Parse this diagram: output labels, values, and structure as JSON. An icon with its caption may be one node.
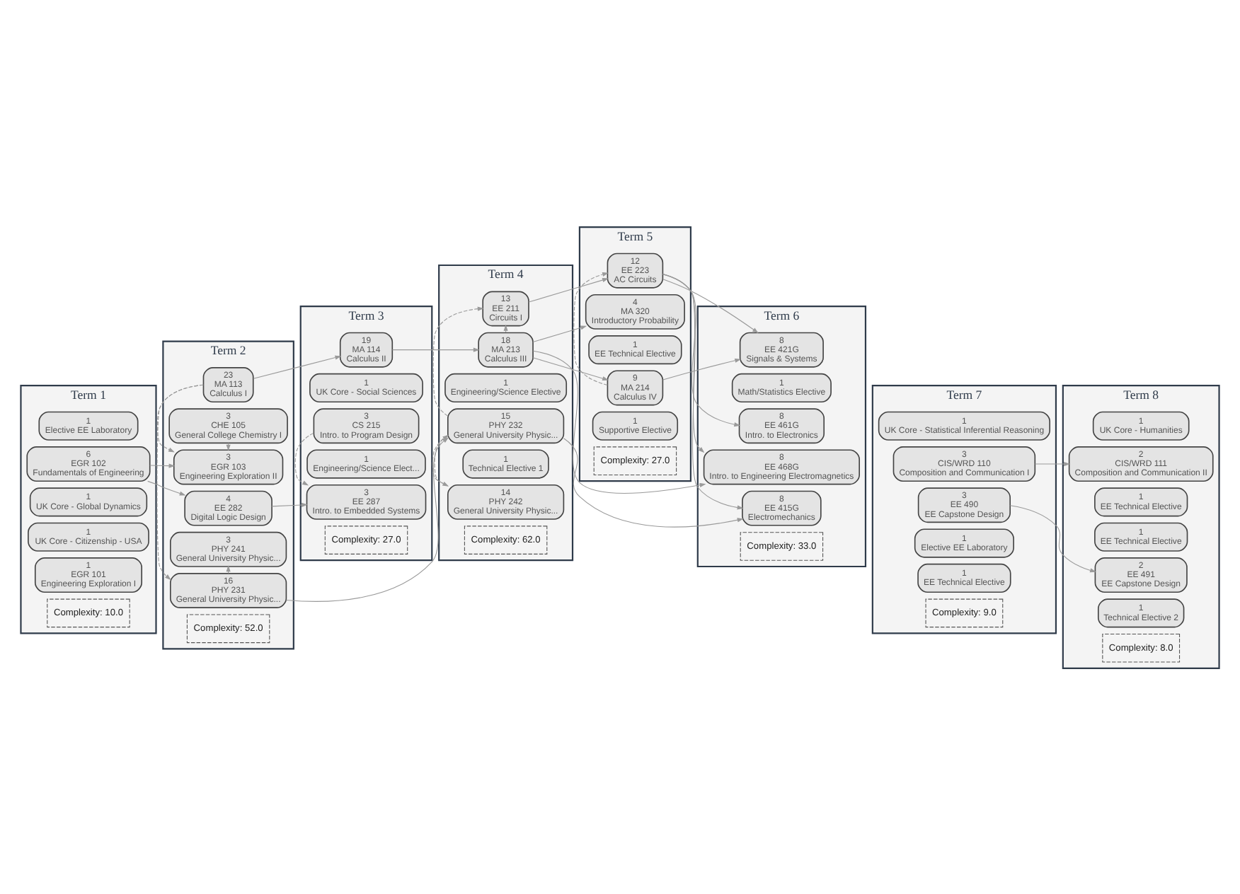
{
  "diagram": {
    "nodes": [
      {
        "text": [
          "Term 1"
        ]
      },
      {
        "text": [
          "1",
          "Elective EE Laboratory"
        ],
        "in": 0
      },
      {
        "text": [
          "6",
          "EGR 102",
          "Fundamentals of Engineering"
        ],
        "in": 0
      },
      {
        "text": [
          "1",
          "UK Core - Global Dynamics"
        ],
        "in": 0
      },
      {
        "text": [
          "1",
          "UK Core - Citizenship - USA"
        ],
        "in": 0
      },
      {
        "text": [
          "1",
          "EGR 101",
          "Engineering Exploration I"
        ],
        "in": 0
      },
      {
        "text": [
          "Complexity: 10.0"
        ],
        "in": 0
      },
      {
        "text": [
          "Term 2"
        ]
      },
      {
        "text": [
          "3",
          "CHE 105",
          "General College Chemistry I"
        ],
        "in": 7
      },
      {
        "text": [
          "3",
          "PHY 241",
          "General University Physic..."
        ],
        "in": 7
      },
      {
        "text": [
          "3",
          "EGR 103",
          "Engineering Exploration II"
        ],
        "in": 7
      },
      {
        "text": [
          "4",
          "EE 282",
          "Digital Logic Design"
        ],
        "in": 7
      },
      {
        "text": [
          "16",
          "PHY 231",
          "General University Physic..."
        ],
        "in": 7
      },
      {
        "text": [
          "23",
          "MA 113",
          "Calculus I"
        ],
        "in": 7
      },
      {
        "text": [
          "Complexity: 52.0"
        ],
        "in": 7
      },
      {
        "text": [
          "Term 3"
        ]
      },
      {
        "text": [
          "3",
          "CS 215",
          "Intro. to Program Design"
        ],
        "in": 15
      },
      {
        "text": [
          "1",
          "UK Core - Social Sciences"
        ],
        "in": 15
      },
      {
        "text": [
          "3",
          "EE 287",
          "Intro. to Embedded Systems"
        ],
        "in": 15
      },
      {
        "text": [
          "1",
          "Engineering/Science Elect..."
        ],
        "in": 15
      },
      {
        "text": [
          "19",
          "MA 114",
          "Calculus II"
        ],
        "in": 15
      },
      {
        "text": [
          "Complexity: 27.0"
        ],
        "in": 15
      },
      {
        "text": [
          "Term 4"
        ]
      },
      {
        "text": [
          "15",
          "PHY 232",
          "General University Physic..."
        ],
        "in": 22
      },
      {
        "text": [
          "13",
          "EE 211",
          "Circuits I"
        ],
        "in": 22
      },
      {
        "text": [
          "1",
          "Engineering/Science Elective"
        ],
        "in": 22
      },
      {
        "text": [
          "18",
          "MA 213",
          "Calculus III"
        ],
        "in": 22
      },
      {
        "text": [
          "1",
          "Technical Elective 1"
        ],
        "in": 22
      },
      {
        "text": [
          "14",
          "PHY 242",
          "General University Physic..."
        ],
        "in": 22
      },
      {
        "text": [
          "Complexity: 62.0"
        ],
        "in": 22
      },
      {
        "text": [
          "Term 5"
        ]
      },
      {
        "text": [
          "1",
          "Supportive Elective"
        ],
        "in": 30
      },
      {
        "text": [
          "9",
          "MA 214",
          "Calculus IV"
        ],
        "in": 30
      },
      {
        "text": [
          "1",
          "EE Technical Elective"
        ],
        "in": 30
      },
      {
        "text": [
          "12",
          "EE 223",
          "AC Circuits"
        ],
        "in": 30
      },
      {
        "text": [
          "4",
          "MA 320",
          "Introductory Probability"
        ],
        "in": 30
      },
      {
        "text": [
          "Complexity: 27.0"
        ],
        "in": 30
      },
      {
        "text": [
          "Term 6"
        ]
      },
      {
        "text": [
          "8",
          "EE 461G",
          "Intro. to Electronics"
        ],
        "in": 37
      },
      {
        "text": [
          "1",
          "Math/Statistics Elective"
        ],
        "in": 37
      },
      {
        "text": [
          "8",
          "EE 468G",
          "Intro. to Engineering Electromagnetics"
        ],
        "in": 37
      },
      {
        "text": [
          "8",
          "EE 421G",
          "Signals & Systems"
        ],
        "in": 37
      },
      {
        "text": [
          "8",
          "EE 415G",
          "Electromechanics"
        ],
        "in": 37
      },
      {
        "text": [
          "Complexity: 33.0"
        ],
        "in": 37
      },
      {
        "text": [
          "Term 7"
        ]
      },
      {
        "text": [
          "1",
          "UK Core - Statistical Inferential Reasoning"
        ],
        "in": 44
      },
      {
        "text": [
          "3",
          "CIS/WRD 110",
          "Composition and Communication I"
        ],
        "in": 44
      },
      {
        "text": [
          "3",
          "EE 490",
          "EE Capstone Design"
        ],
        "in": 44
      },
      {
        "text": [
          "1",
          "Elective EE Laboratory"
        ],
        "in": 44
      },
      {
        "text": [
          "1",
          "EE Technical Elective"
        ],
        "in": 44
      },
      {
        "text": [
          "Complexity: 9.0"
        ],
        "in": 44
      },
      {
        "text": [
          "Term 8"
        ]
      },
      {
        "text": [
          "1",
          "UK Core - Humanities"
        ],
        "in": 51
      },
      {
        "text": [
          "2",
          "EE 491",
          "EE Capstone Design"
        ],
        "in": 51
      },
      {
        "text": [
          "1",
          "EE Technical Elective"
        ],
        "in": 51
      },
      {
        "text": [
          "1",
          "EE Technical Elective"
        ],
        "in": 51
      },
      {
        "text": [
          "2",
          "CIS/WRD 111",
          "Composition and Communication II"
        ],
        "in": 51
      },
      {
        "text": [
          "1",
          "Technical Elective 2"
        ],
        "in": 51
      },
      {
        "text": [
          "Complexity: 8.0"
        ],
        "in": 51
      }
    ],
    "edges": [
      {
        "from": 2,
        "to": 10,
        "arrow": "to"
      },
      {
        "from": 2,
        "to": 11,
        "arrow": "to"
      },
      {
        "from": 8,
        "to": 10,
        "arrow": "to",
        "style": "dashed"
      },
      {
        "from": 13,
        "to": 10,
        "arrow": "to",
        "style": "dashed"
      },
      {
        "from": 12,
        "to": 9,
        "arrow": "to",
        "style": "dashed"
      },
      {
        "from": 13,
        "to": 12,
        "arrow": "to",
        "style": "dashed"
      },
      {
        "from": 16,
        "to": 18,
        "arrow": "to",
        "style": "dashed"
      },
      {
        "from": 11,
        "to": 18,
        "arrow": "to"
      },
      {
        "from": 12,
        "to": 23,
        "arrow": "to"
      },
      {
        "from": 13,
        "to": 20,
        "arrow": "to"
      },
      {
        "from": 20,
        "to": 26,
        "arrow": "to"
      },
      {
        "from": 23,
        "to": 24,
        "arrow": "to",
        "style": "dashed"
      },
      {
        "from": 23,
        "to": 28,
        "arrow": "to",
        "style": "dashed"
      },
      {
        "from": 28,
        "to": 23,
        "arrow": "to",
        "style": "dashed"
      },
      {
        "from": 26,
        "to": 24,
        "arrow": "to",
        "style": "dashed"
      },
      {
        "from": 24,
        "to": 34,
        "arrow": "to"
      },
      {
        "from": 23,
        "to": 42,
        "arrow": "to"
      },
      {
        "from": 26,
        "to": 32,
        "arrow": "to"
      },
      {
        "from": 26,
        "to": 40,
        "arrow": "to"
      },
      {
        "from": 26,
        "to": 35,
        "arrow": "to"
      },
      {
        "from": 32,
        "to": 34,
        "arrow": "to",
        "style": "dashed"
      },
      {
        "from": 32,
        "to": 41,
        "arrow": "to"
      },
      {
        "from": 34,
        "to": 38,
        "arrow": "to"
      },
      {
        "from": 34,
        "to": 40,
        "arrow": "to"
      },
      {
        "from": 34,
        "to": 41,
        "arrow": "to"
      },
      {
        "from": 34,
        "to": 42,
        "arrow": "to"
      },
      {
        "from": 47,
        "to": 53,
        "arrow": "to"
      },
      {
        "from": 46,
        "to": 56,
        "arrow": "to"
      }
    ]
  }
}
